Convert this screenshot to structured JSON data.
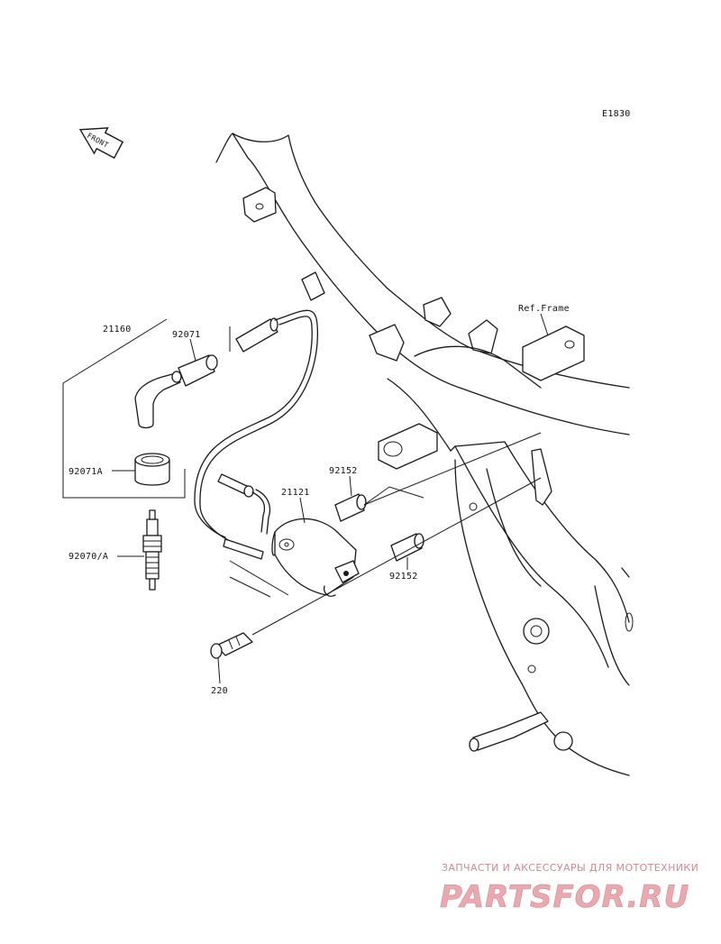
{
  "diagram": {
    "code": "E1830",
    "front_label": "FRONT",
    "ref_frame": "Ref.Frame"
  },
  "parts": [
    {
      "id": "21160"
    },
    {
      "id": "92071"
    },
    {
      "id": "92071A"
    },
    {
      "id": "92070/A"
    },
    {
      "id": "21121"
    },
    {
      "id": "92152"
    },
    {
      "id": "92152"
    },
    {
      "id": "220"
    }
  ],
  "watermark": {
    "subtitle": "ЗАПЧАСТИ И АКСЕССУАРЫ ДЛЯ МОТОТЕХНИКИ",
    "brand": "PARTSFOR.RU",
    "colors": {
      "brand": "#e9a9ae",
      "stroke": "#d9868d"
    }
  }
}
